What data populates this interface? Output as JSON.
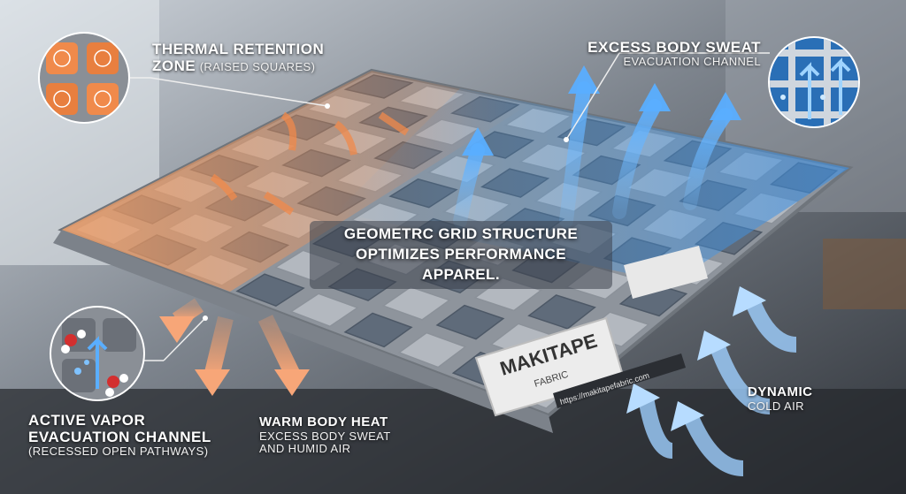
{
  "thermal": {
    "title_line1": "THERMAL RETENTION",
    "title_line2": "ZONE",
    "sub": "(RAISED SQUARES)"
  },
  "sweat_top": {
    "title": "EXCESS BODY SWEAT",
    "sub": "EVACUATION CHANNEL"
  },
  "center_caption": {
    "line1": "GEOMETRC GRID STRUCTURE",
    "line2": "OPTIMIZES PERFORMANCE APPAREL."
  },
  "vapor": {
    "line1": "ACTIVE VAPOR",
    "line2": "EVACUATION CHANNEL",
    "sub": "(RECESSED OPEN PATHWAYS)"
  },
  "warm": {
    "title": "WARM BODY HEAT",
    "line2": "EXCESS BODY SWEAT",
    "line3": "AND HUMID AIR"
  },
  "cold": {
    "title": "DYNAMIC",
    "sub": "COLD AIR"
  },
  "label": {
    "brand": "MAKITAPE",
    "sub": "FABRIC",
    "url": "https://makitapefabric.com"
  },
  "colors": {
    "warm": "#f08a4b",
    "cool": "#4aa3f0",
    "fabric": "#9aa0a8"
  },
  "icons": [
    "thermal-zone-icon",
    "sweat-channel-icon",
    "vapor-molecule-icon",
    "warm-arrow-icon",
    "cold-arrow-icon"
  ]
}
